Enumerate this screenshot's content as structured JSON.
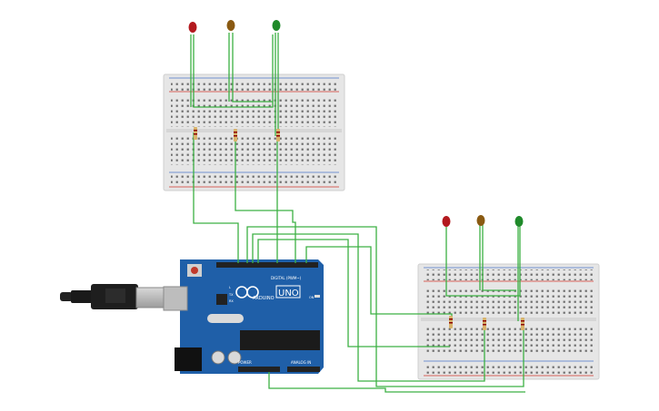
{
  "arduino": {
    "logo": "UNO",
    "brand": "ARDUINO",
    "digital_label": "DIGITAL (PWM~)",
    "power_label": "POWER",
    "analog_label": "ANALOG IN",
    "pin_l": "L",
    "pin_tx": "TX",
    "pin_rx": "RX",
    "on_label": "ON"
  },
  "colors": {
    "wire": "#3cb043",
    "board_blue": "#1f5fa8",
    "breadboard": "#e9e9e9",
    "rail_red": "#d0342c",
    "led_red": "#b3191e",
    "led_amber": "#8a5a12",
    "led_green": "#1f8a2a"
  },
  "leds": [
    {
      "name": "red",
      "color": "#b3191e"
    },
    {
      "name": "amber",
      "color": "#8a5a12"
    },
    {
      "name": "green",
      "color": "#1f8a2a"
    }
  ]
}
